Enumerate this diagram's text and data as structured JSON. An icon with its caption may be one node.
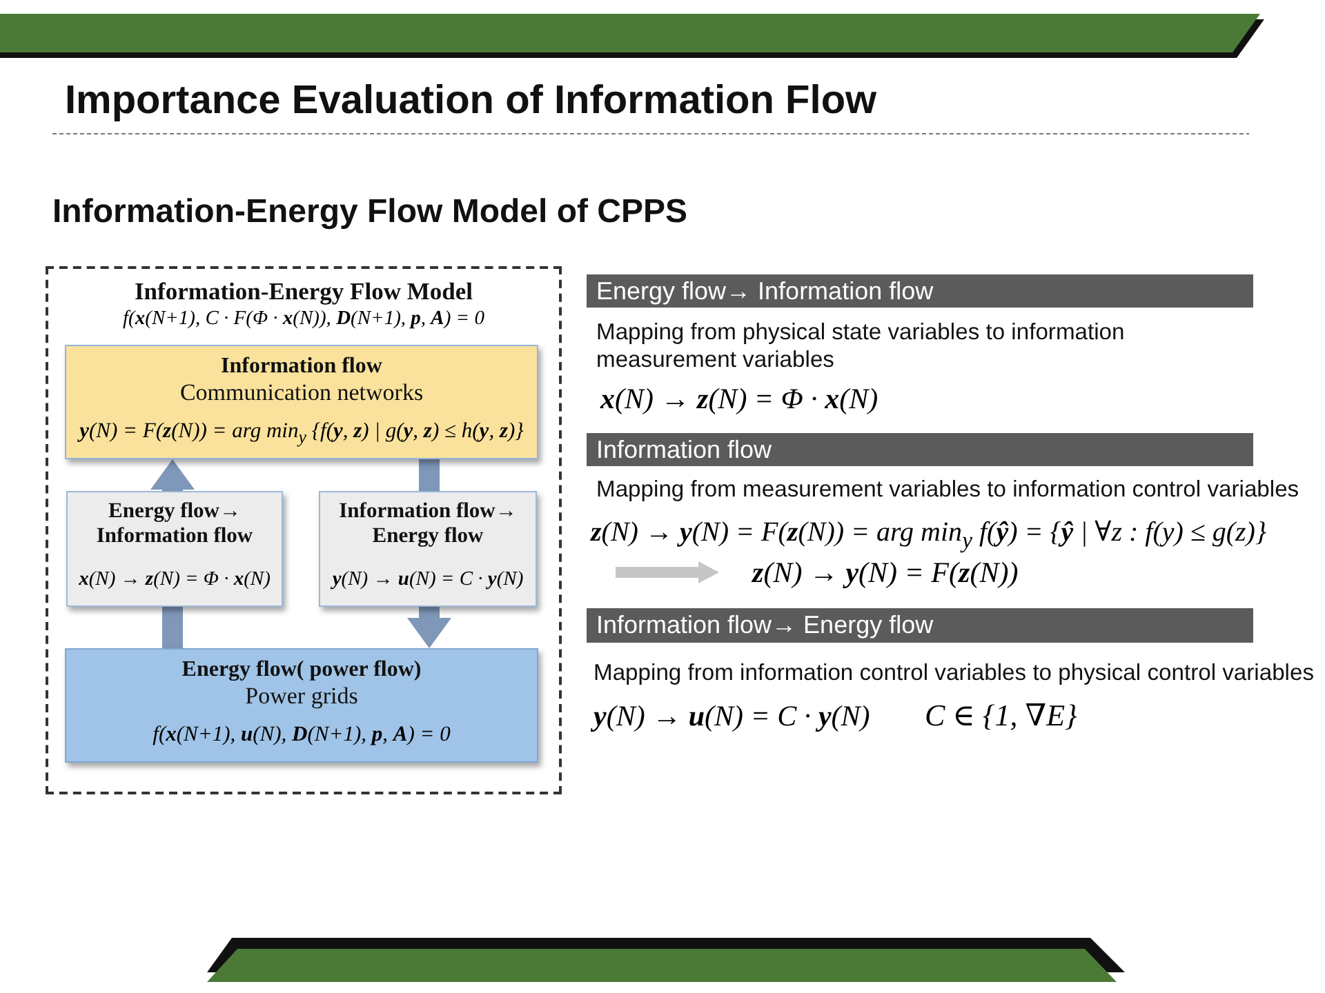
{
  "diagram": {
    "title": "Importance Evaluation of Information Flow",
    "nodes": [
      {
        "text": [
          "Information-Energy Flow Model",
          "f(**x**(N+1), C · F(Φ · **x**(N)), **D**(N+1), **p**, **A**) = 0"
        ]
      },
      {
        "text": [
          "Information flow",
          "Communication networks",
          "**y**(N) = F(**z**(N)) = arg min$_{y}$ {f(**y**, **z**) | g(**y**, **z**) ≤ h(**y**, **z**)}"
        ],
        "in": 0
      },
      {
        "text": [
          "Energy flow→ Information flow",
          "**x**(N) → **z**(N) = Φ · **x**(N)"
        ],
        "in": 0
      },
      {
        "text": [
          "Information flow→ Energy flow",
          "**y**(N) → **u**(N) = C · **y**(N)"
        ],
        "in": 0
      },
      {
        "text": [
          "Energy flow( power flow)",
          "Power grids",
          "f(**x**(N+1), **u**(N), **D**(N+1), **p**, **A**) = 0"
        ],
        "in": 0
      },
      {
        "text": [
          "Energy flow→ Information flow"
        ]
      },
      {
        "text": [
          "Information flow"
        ]
      },
      {
        "text": [
          "Information flow→ Energy flow"
        ]
      }
    ],
    "edges": [
      {
        "from": 4,
        "to": 2,
        "arrow": "none"
      },
      {
        "from": 2,
        "to": 1,
        "arrow": "to"
      },
      {
        "from": 1,
        "to": 3,
        "arrow": "none"
      },
      {
        "from": 3,
        "to": 4,
        "arrow": "to"
      }
    ],
    "labels": [
      "Information-Energy Flow Model of CPPS",
      "Mapping from physical state variables to information measurement variables",
      "**x**(N) → **z**(N) = Φ · **x**(N)",
      "Mapping from measurement variables to information control variables",
      "**z**(N) → **y**(N) = F(**z**(N)) = arg min$_{y}$ f(**ŷ**) = {**ŷ** | ∀z : f(y) ≤ g(z)}",
      "**z**(N) → **y**(N) = F(**z**(N))",
      "Mapping from information control variables to physical control variables",
      "**y**(N) → **u**(N) = C · **y**(N)",
      "C ∈ {1, ∇E}"
    ]
  }
}
